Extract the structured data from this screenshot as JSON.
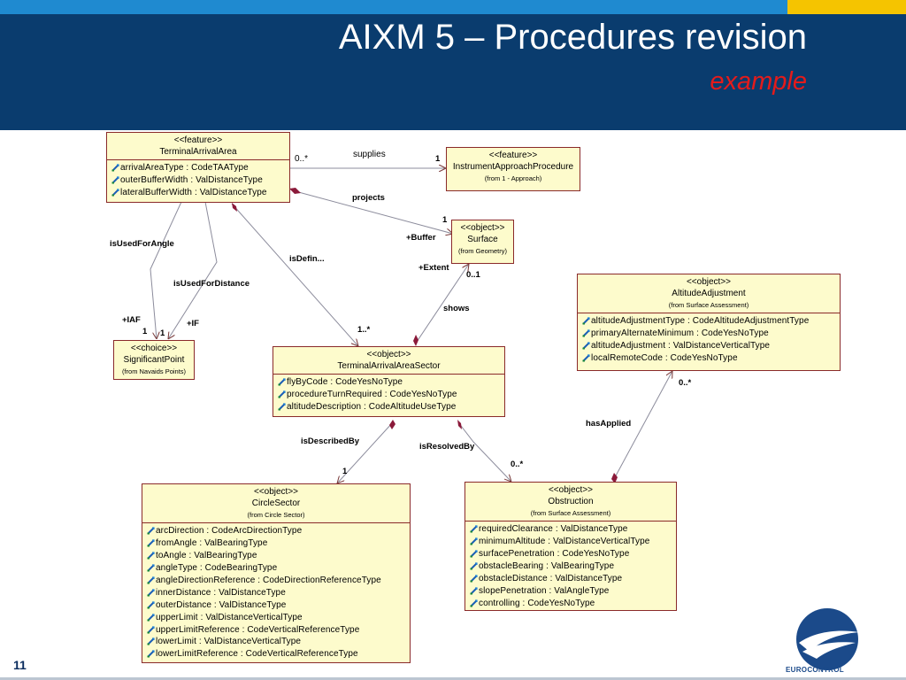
{
  "slide": {
    "title": "AIXM 5 – Procedures revision",
    "subtitle": "example",
    "page_number": "11",
    "logo_text": "EUROCONTROL",
    "colors": {
      "header": "#0a3c6e",
      "strip_blue": "#1f8ad0",
      "strip_yellow": "#f5c400",
      "box_fill": "#fdfbcc",
      "box_border": "#8a2a2a",
      "subtitle": "#e41b1b"
    }
  },
  "classes": {
    "terminal_arrival_area": {
      "stereotype": "<<feature>>",
      "name": "TerminalArrivalArea",
      "from": "",
      "attributes": [
        "arrivalAreaType : CodeTAAType",
        "outerBufferWidth : ValDistanceType",
        "lateralBufferWidth : ValDistanceType"
      ]
    },
    "instrument_approach_procedure": {
      "stereotype": "<<feature>>",
      "name": "InstrumentApproachProcedure",
      "from": "(from 1 - Approach)",
      "attributes": []
    },
    "surface": {
      "stereotype": "<<object>>",
      "name": "Surface",
      "from": "(from Geometry)",
      "attributes": []
    },
    "altitude_adjustment": {
      "stereotype": "<<object>>",
      "name": "AltitudeAdjustment",
      "from": "(from Surface Assessment)",
      "attributes": [
        "altitudeAdjustmentType : CodeAltitudeAdjustmentType",
        "primaryAlternateMinimum : CodeYesNoType",
        "altitudeAdjustment : ValDistanceVerticalType",
        "localRemoteCode : CodeYesNoType"
      ]
    },
    "significant_point": {
      "stereotype": "<<choice>>",
      "name": "SignificantPoint",
      "from": "(from Navaids Points)",
      "attributes": []
    },
    "terminal_arrival_area_sector": {
      "stereotype": "<<object>>",
      "name": "TerminalArrivalAreaSector",
      "from": "",
      "attributes": [
        "flyByCode : CodeYesNoType",
        "procedureTurnRequired : CodeYesNoType",
        "altitudeDescription : CodeAltitudeUseType"
      ]
    },
    "circle_sector": {
      "stereotype": "<<object>>",
      "name": "CircleSector",
      "from": "(from Circle Sector)",
      "attributes": [
        "arcDirection : CodeArcDirectionType",
        "fromAngle : ValBearingType",
        "toAngle : ValBearingType",
        "angleType : CodeBearingType",
        "angleDirectionReference : CodeDirectionReferenceType",
        "innerDistance : ValDistanceType",
        "outerDistance : ValDistanceType",
        "upperLimit : ValDistanceVerticalType",
        "upperLimitReference : CodeVerticalReferenceType",
        "lowerLimit : ValDistanceVerticalType",
        "lowerLimitReference : CodeVerticalReferenceType"
      ]
    },
    "obstruction": {
      "stereotype": "<<object>>",
      "name": "Obstruction",
      "from": "(from Surface Assessment)",
      "attributes": [
        "requiredClearance : ValDistanceType",
        "minimumAltitude : ValDistanceVerticalType",
        "surfacePenetration : CodeYesNoType",
        "obstacleBearing : ValBearingType",
        "obstacleDistance : ValDistanceType",
        "slopePenetration : ValAngleType",
        "controlling : CodeYesNoType"
      ]
    }
  },
  "labels": {
    "supplies": "supplies",
    "supplies_mult_left": "0..*",
    "supplies_mult_right": "1",
    "projects": "projects",
    "projects_mult": "1",
    "buffer_role": "+Buffer",
    "extent_role": "+Extent",
    "shows_mult": "0..1",
    "shows": "shows",
    "is_used_for_angle": "isUsedForAngle",
    "is_used_for_distance": "isUsedForDistance",
    "iaf_role": "+IAF",
    "iaf_mult": "1",
    "if_role": "+IF",
    "if_mult": "1",
    "is_defin": "isDefin...",
    "is_defin_mult": "1..*",
    "has_applied": "hasApplied",
    "has_applied_mult": "0..*",
    "is_described_by": "isDescribedBy",
    "is_described_by_mult": "1",
    "is_resolved_by": "isResolvedBy",
    "is_resolved_by_mult": "0..*"
  }
}
